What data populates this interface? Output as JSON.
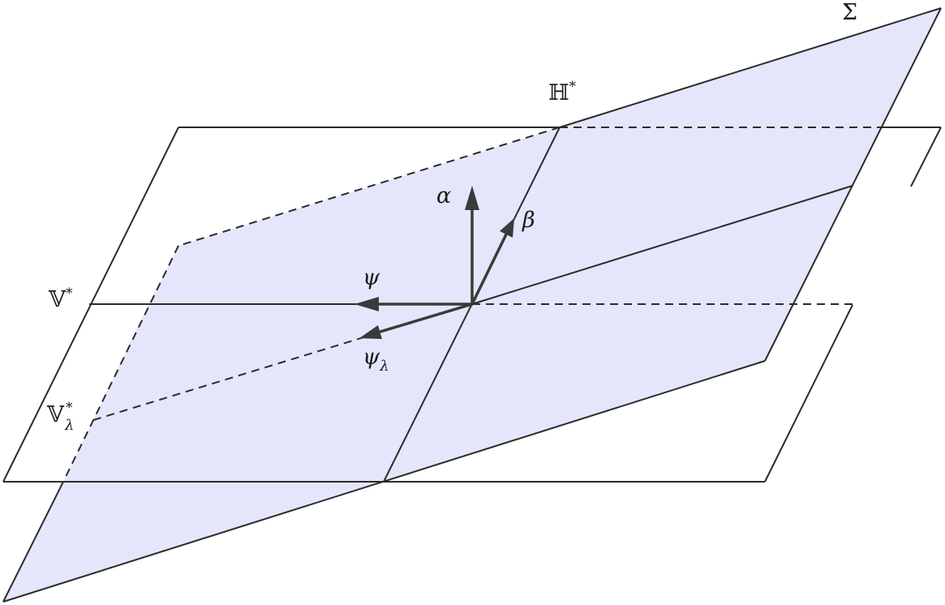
{
  "colors": {
    "plane_fill": "#e4e6fb",
    "line": "#2b2b2b",
    "vector": "#3a3a3a",
    "text": "#1a1a1a"
  },
  "labels": {
    "sigma": "Σ",
    "h_star": {
      "base": "ℍ",
      "sup": "*"
    },
    "v_star": {
      "base": "𝕍",
      "sup": "*"
    },
    "v_lambda_star": {
      "base": "𝕍",
      "sub": "λ",
      "sup": "*"
    },
    "alpha": "α",
    "beta": "β",
    "psi": "ψ",
    "psi_lambda": {
      "base": "ψ",
      "sub": "λ"
    }
  }
}
